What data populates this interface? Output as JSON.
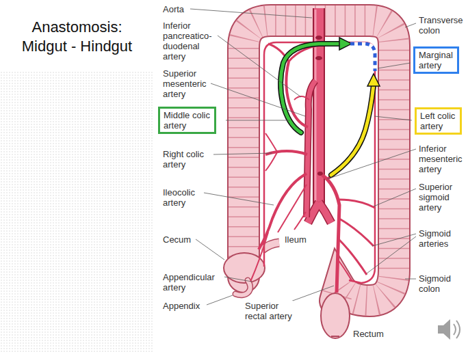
{
  "diagram": {
    "title": "Anastomosis: Midgut - Hindgut",
    "nodes": [
      {
        "text": [
          "Marginal artery"
        ]
      },
      {
        "text": [
          "Middle colic artery"
        ]
      },
      {
        "text": [
          "Left colic artery"
        ]
      }
    ],
    "labels": [
      "Aorta",
      "Inferior pancreatico- duodenal artery",
      "Superior mesenteric artery",
      "Right colic artery",
      "Ileocolic artery",
      "Cecum",
      "Appendicular artery",
      "Appendix",
      "Superior rectal artery",
      "Ileum",
      "Rectum",
      "Transverse colon",
      "Inferior mesenteric artery",
      "Superior sigmoid artery",
      "Sigmoid arteries",
      "Sigmoid colon"
    ]
  }
}
